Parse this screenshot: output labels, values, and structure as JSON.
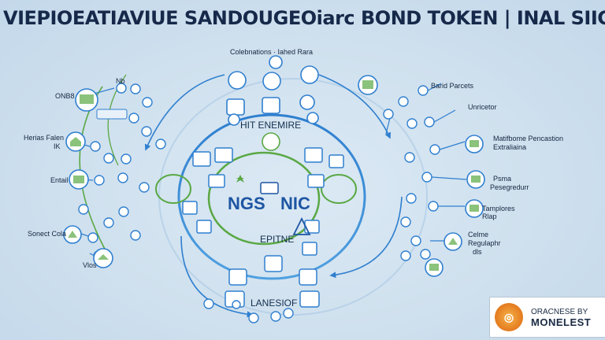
{
  "title": "VIEPIOEATIAVIUE SANDOUGEOiarc BOND TOKEN | INAL SIICE SIGAE iMy",
  "top_caption": "Colebnations · Iahed Rara",
  "center": {
    "upper_label": "HIT ENEMIRE",
    "lower_label": "EPITNE",
    "bottom_label": "LANESIOF",
    "core_left": "NGS",
    "core_right": "NIC"
  },
  "left_labels": [
    "ONB8",
    "Nb",
    "Herias Falen",
    "IK",
    "Entail",
    "Sonect Cola",
    "Vlos"
  ],
  "right_labels": [
    "Barid Parcets",
    "Unricetor",
    "Matifbome Pencastion",
    "Extraliaina",
    "Psma",
    "Pesegredurr",
    "Tamplores",
    "Rlap",
    "Celme",
    "Regulaphr",
    "dls"
  ],
  "badge": {
    "line1": "ORACNESE BY",
    "line2": "MONELEST"
  },
  "colors": {
    "background": "#cfe0ee",
    "ring": "#2f7fcf",
    "green": "#5aa844",
    "accent_orange": "#e47a1e"
  }
}
